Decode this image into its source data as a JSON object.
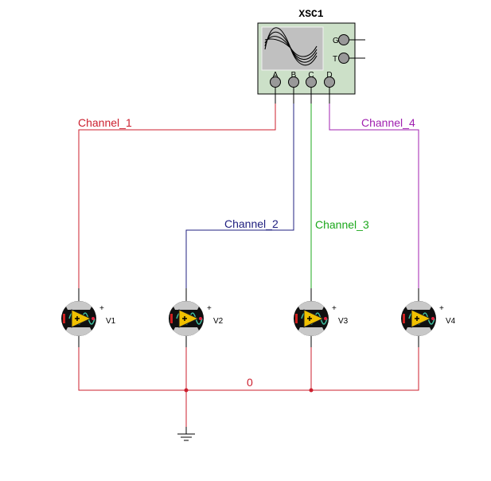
{
  "oscilloscope": {
    "name": "XSC1",
    "inputs": [
      "A",
      "B",
      "C",
      "D"
    ],
    "side_terminals": [
      "G",
      "T"
    ],
    "body_color": "#cce0c8",
    "screen_color": "#c0c0c0"
  },
  "nets": [
    {
      "label": "Channel_1",
      "color": "#cc1f2e",
      "scope_input": "A",
      "source": "V1"
    },
    {
      "label": "Channel_2",
      "color": "#202080",
      "scope_input": "B",
      "source": "V2"
    },
    {
      "label": "Channel_3",
      "color": "#1ca81c",
      "scope_input": "C",
      "source": "V3"
    },
    {
      "label": "Channel_4",
      "color": "#a020b0",
      "scope_input": "D",
      "source": "V4"
    }
  ],
  "sources": [
    {
      "name": "V1",
      "polarity": "+"
    },
    {
      "name": "V2",
      "polarity": "+"
    },
    {
      "name": "V3",
      "polarity": "+"
    },
    {
      "name": "V4",
      "polarity": "+"
    }
  ],
  "ground_net": {
    "label": "0",
    "color": "#cc1f2e"
  }
}
